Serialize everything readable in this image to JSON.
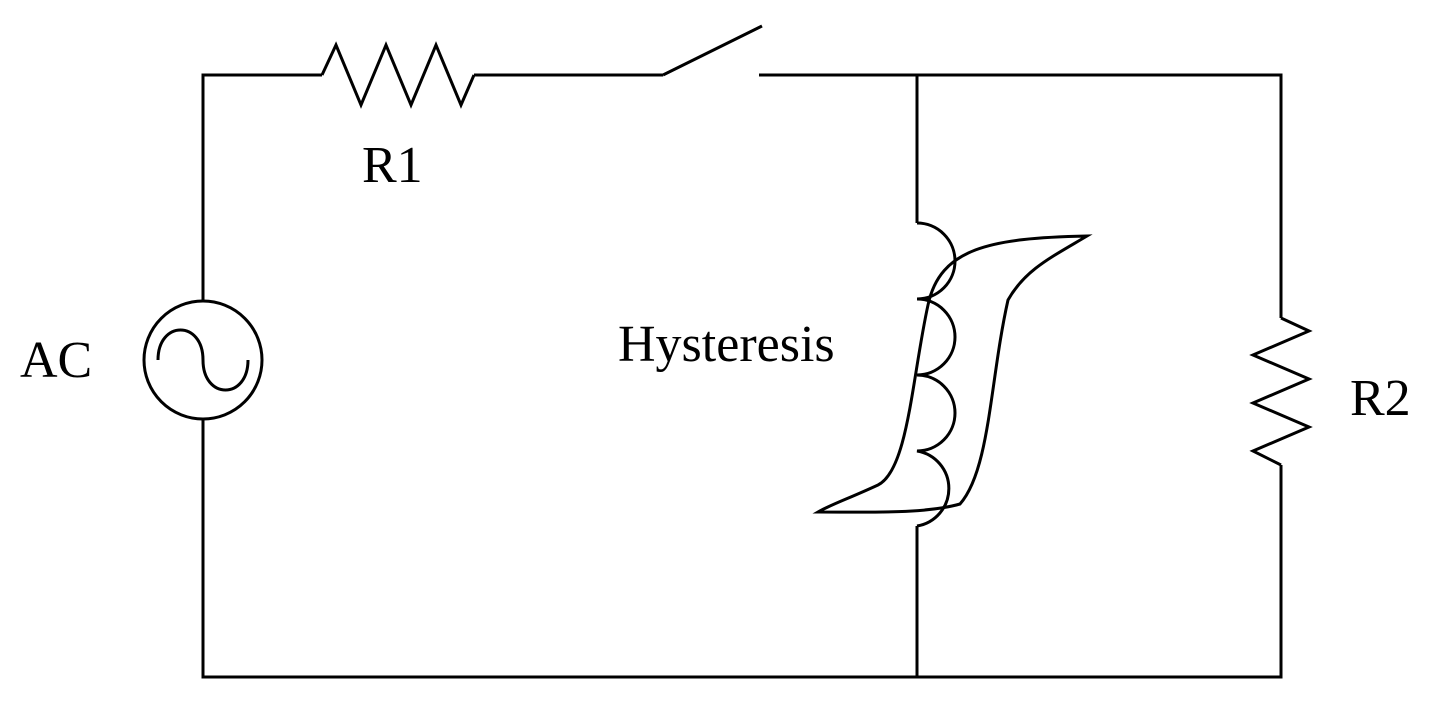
{
  "components": {
    "source": {
      "label": "AC",
      "kind": "ac-voltage-source"
    },
    "r1": {
      "label": "R1",
      "kind": "resistor"
    },
    "switch": {
      "kind": "switch",
      "state": "open"
    },
    "core": {
      "label": "Hysteresis",
      "kind": "inductor-with-hysteresis-loop"
    },
    "r2": {
      "label": "R2",
      "kind": "resistor"
    }
  },
  "colors": {
    "line": "#000000",
    "background": "#ffffff"
  }
}
